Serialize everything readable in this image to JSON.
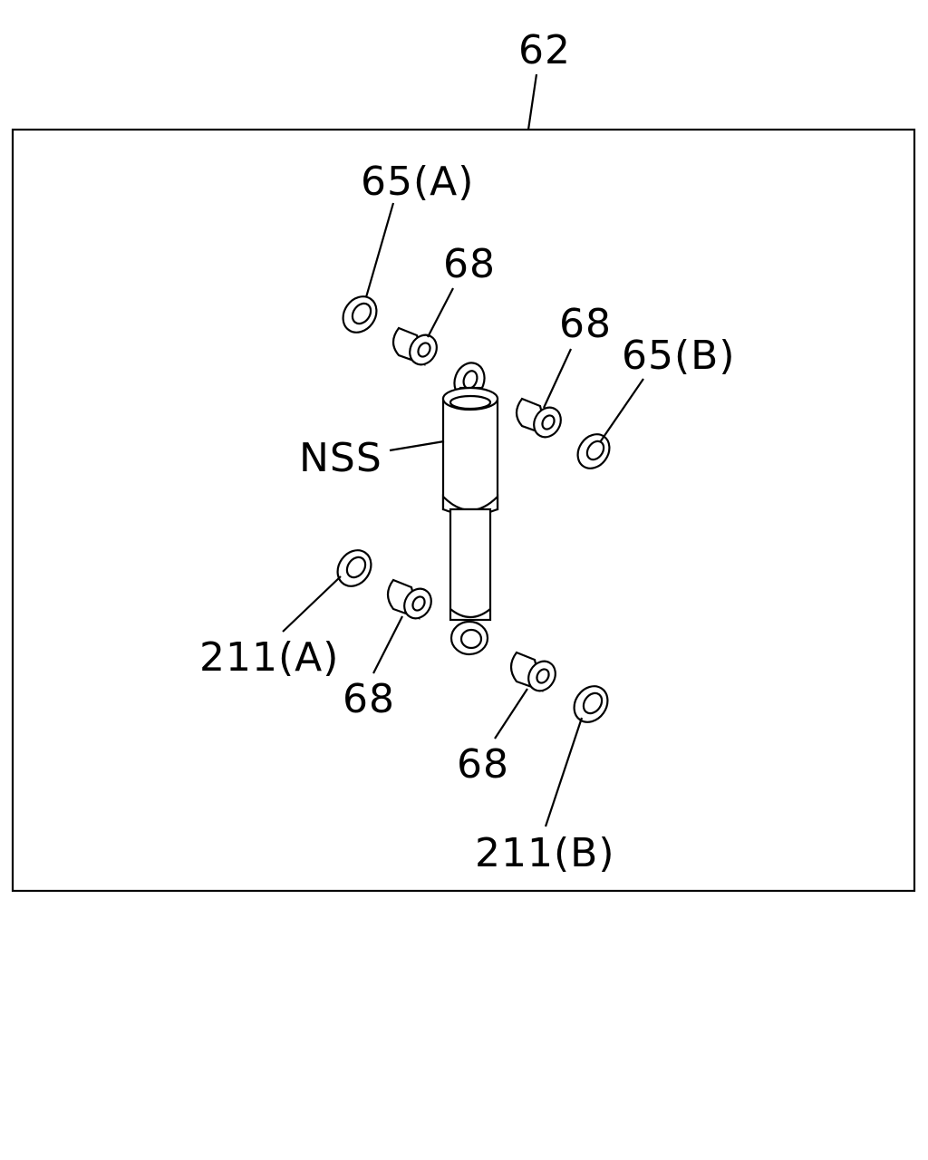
{
  "labels": {
    "assembly": "62",
    "washer_top_a": "65(A)",
    "bush_top_left": "68",
    "bush_top_right": "68",
    "washer_top_b": "65(B)",
    "shock_absorber": "NSS",
    "washer_bottom_a": "211(A)",
    "bush_bottom_left": "68",
    "bush_bottom_right": "68",
    "washer_bottom_b": "211(B)"
  }
}
